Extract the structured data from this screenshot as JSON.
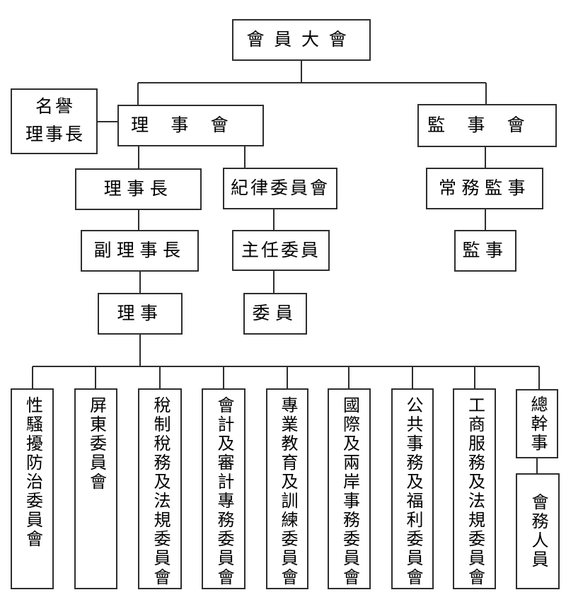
{
  "diagram": "organization-chart",
  "colors": {
    "background": "#ffffff",
    "line": "#2e2e2e",
    "text": "#000000"
  },
  "nodes": {
    "member_assembly": {
      "label": "會員大會"
    },
    "honorary_chairman": {
      "line1": "名譽",
      "line2": "理事長"
    },
    "board_of_directors": {
      "label": "理事會"
    },
    "board_of_supervisors": {
      "label": "監事會"
    },
    "chairman": {
      "label": "理事長"
    },
    "discipline_committee": {
      "label": "紀律委員會"
    },
    "standing_supervisor": {
      "label": "常務監事"
    },
    "vice_chairman": {
      "label": "副理事長"
    },
    "chief_commissioner": {
      "label": "主任委員"
    },
    "supervisor": {
      "label": "監事"
    },
    "director": {
      "label": "理事"
    },
    "commissioner": {
      "label": "委員"
    },
    "secretary_general": {
      "label": "總幹事"
    },
    "association_staff": {
      "label": "會務人員"
    }
  },
  "committees": [
    {
      "label": "性騷擾防治委員會"
    },
    {
      "label": "屏東委員會"
    },
    {
      "label": "稅制稅務及法規委員會"
    },
    {
      "label": "會計及審計專務委員會"
    },
    {
      "label": "專業教育及訓練委員會"
    },
    {
      "label": "國際及兩岸事務委員會"
    },
    {
      "label": "公共事務及福利委員會"
    },
    {
      "label": "工商服務及法規委員會"
    }
  ]
}
